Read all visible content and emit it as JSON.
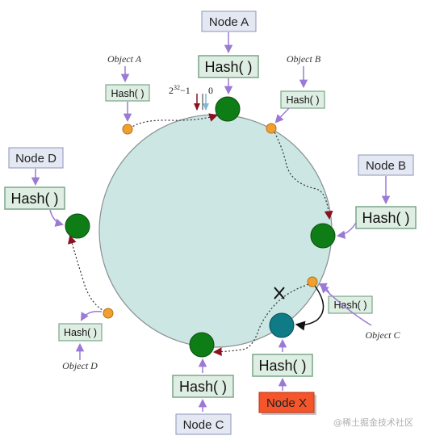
{
  "nodes": {
    "a": "Node A",
    "b": "Node B",
    "c": "Node C",
    "d": "Node D",
    "x": "Node X"
  },
  "hash_label": "Hash( )",
  "objects": {
    "a": "Object A",
    "b": "Object B",
    "c": "Object C",
    "d": "Object D"
  },
  "ring_labels": {
    "max": "2",
    "max_exp": "32",
    "max_suffix": "−1",
    "zero": "0"
  },
  "watermark": "@稀土掘金技术社区",
  "colors": {
    "ring_fill": "#cce6e3",
    "node_dot": "#0e7d16",
    "new_node_dot": "#0f7b86",
    "object_dot": "#f0a030",
    "node_x_fill": "#f4552a",
    "arrow_purple": "#9b7ad6",
    "arrow_red": "#8b1020"
  }
}
